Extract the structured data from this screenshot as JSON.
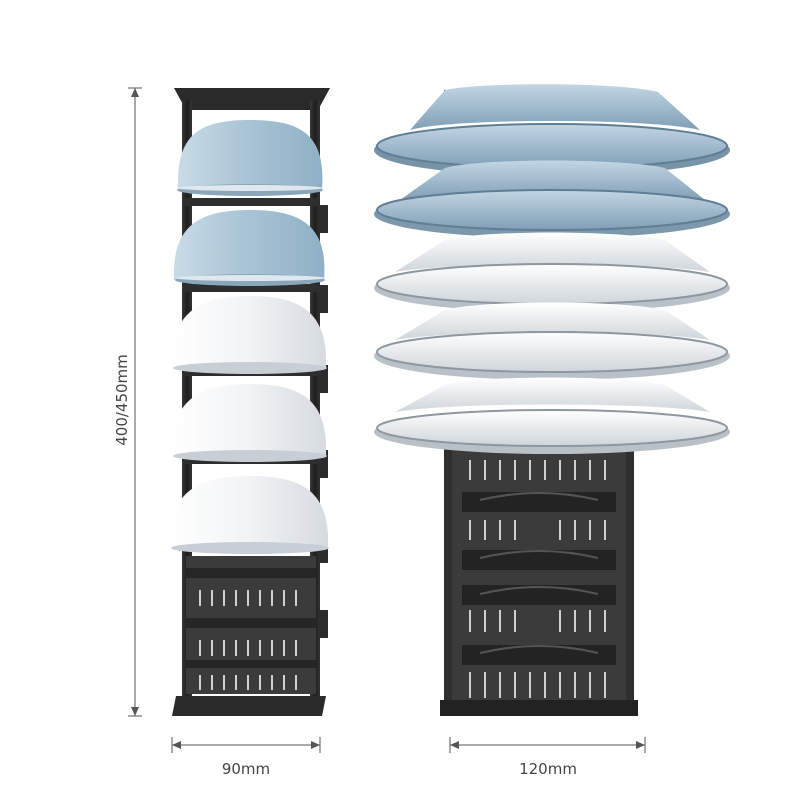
{
  "dimensions": {
    "height": "400/450mm",
    "width_small": "90mm",
    "width_large": "120mm"
  },
  "colors": {
    "frame": "#2b2b2b",
    "bowl_blue": "#aac5d6",
    "bowl_white": "#f2f4f6",
    "plate_blue": "#a9c3d6",
    "plate_white": "#f3f5f7",
    "dimension_line": "#555555"
  },
  "content": {
    "left_rack": {
      "bowls": [
        "blue",
        "blue",
        "white",
        "white",
        "white"
      ]
    },
    "right_rack": {
      "plates": [
        "blue",
        "blue",
        "white",
        "white",
        "white"
      ]
    }
  }
}
